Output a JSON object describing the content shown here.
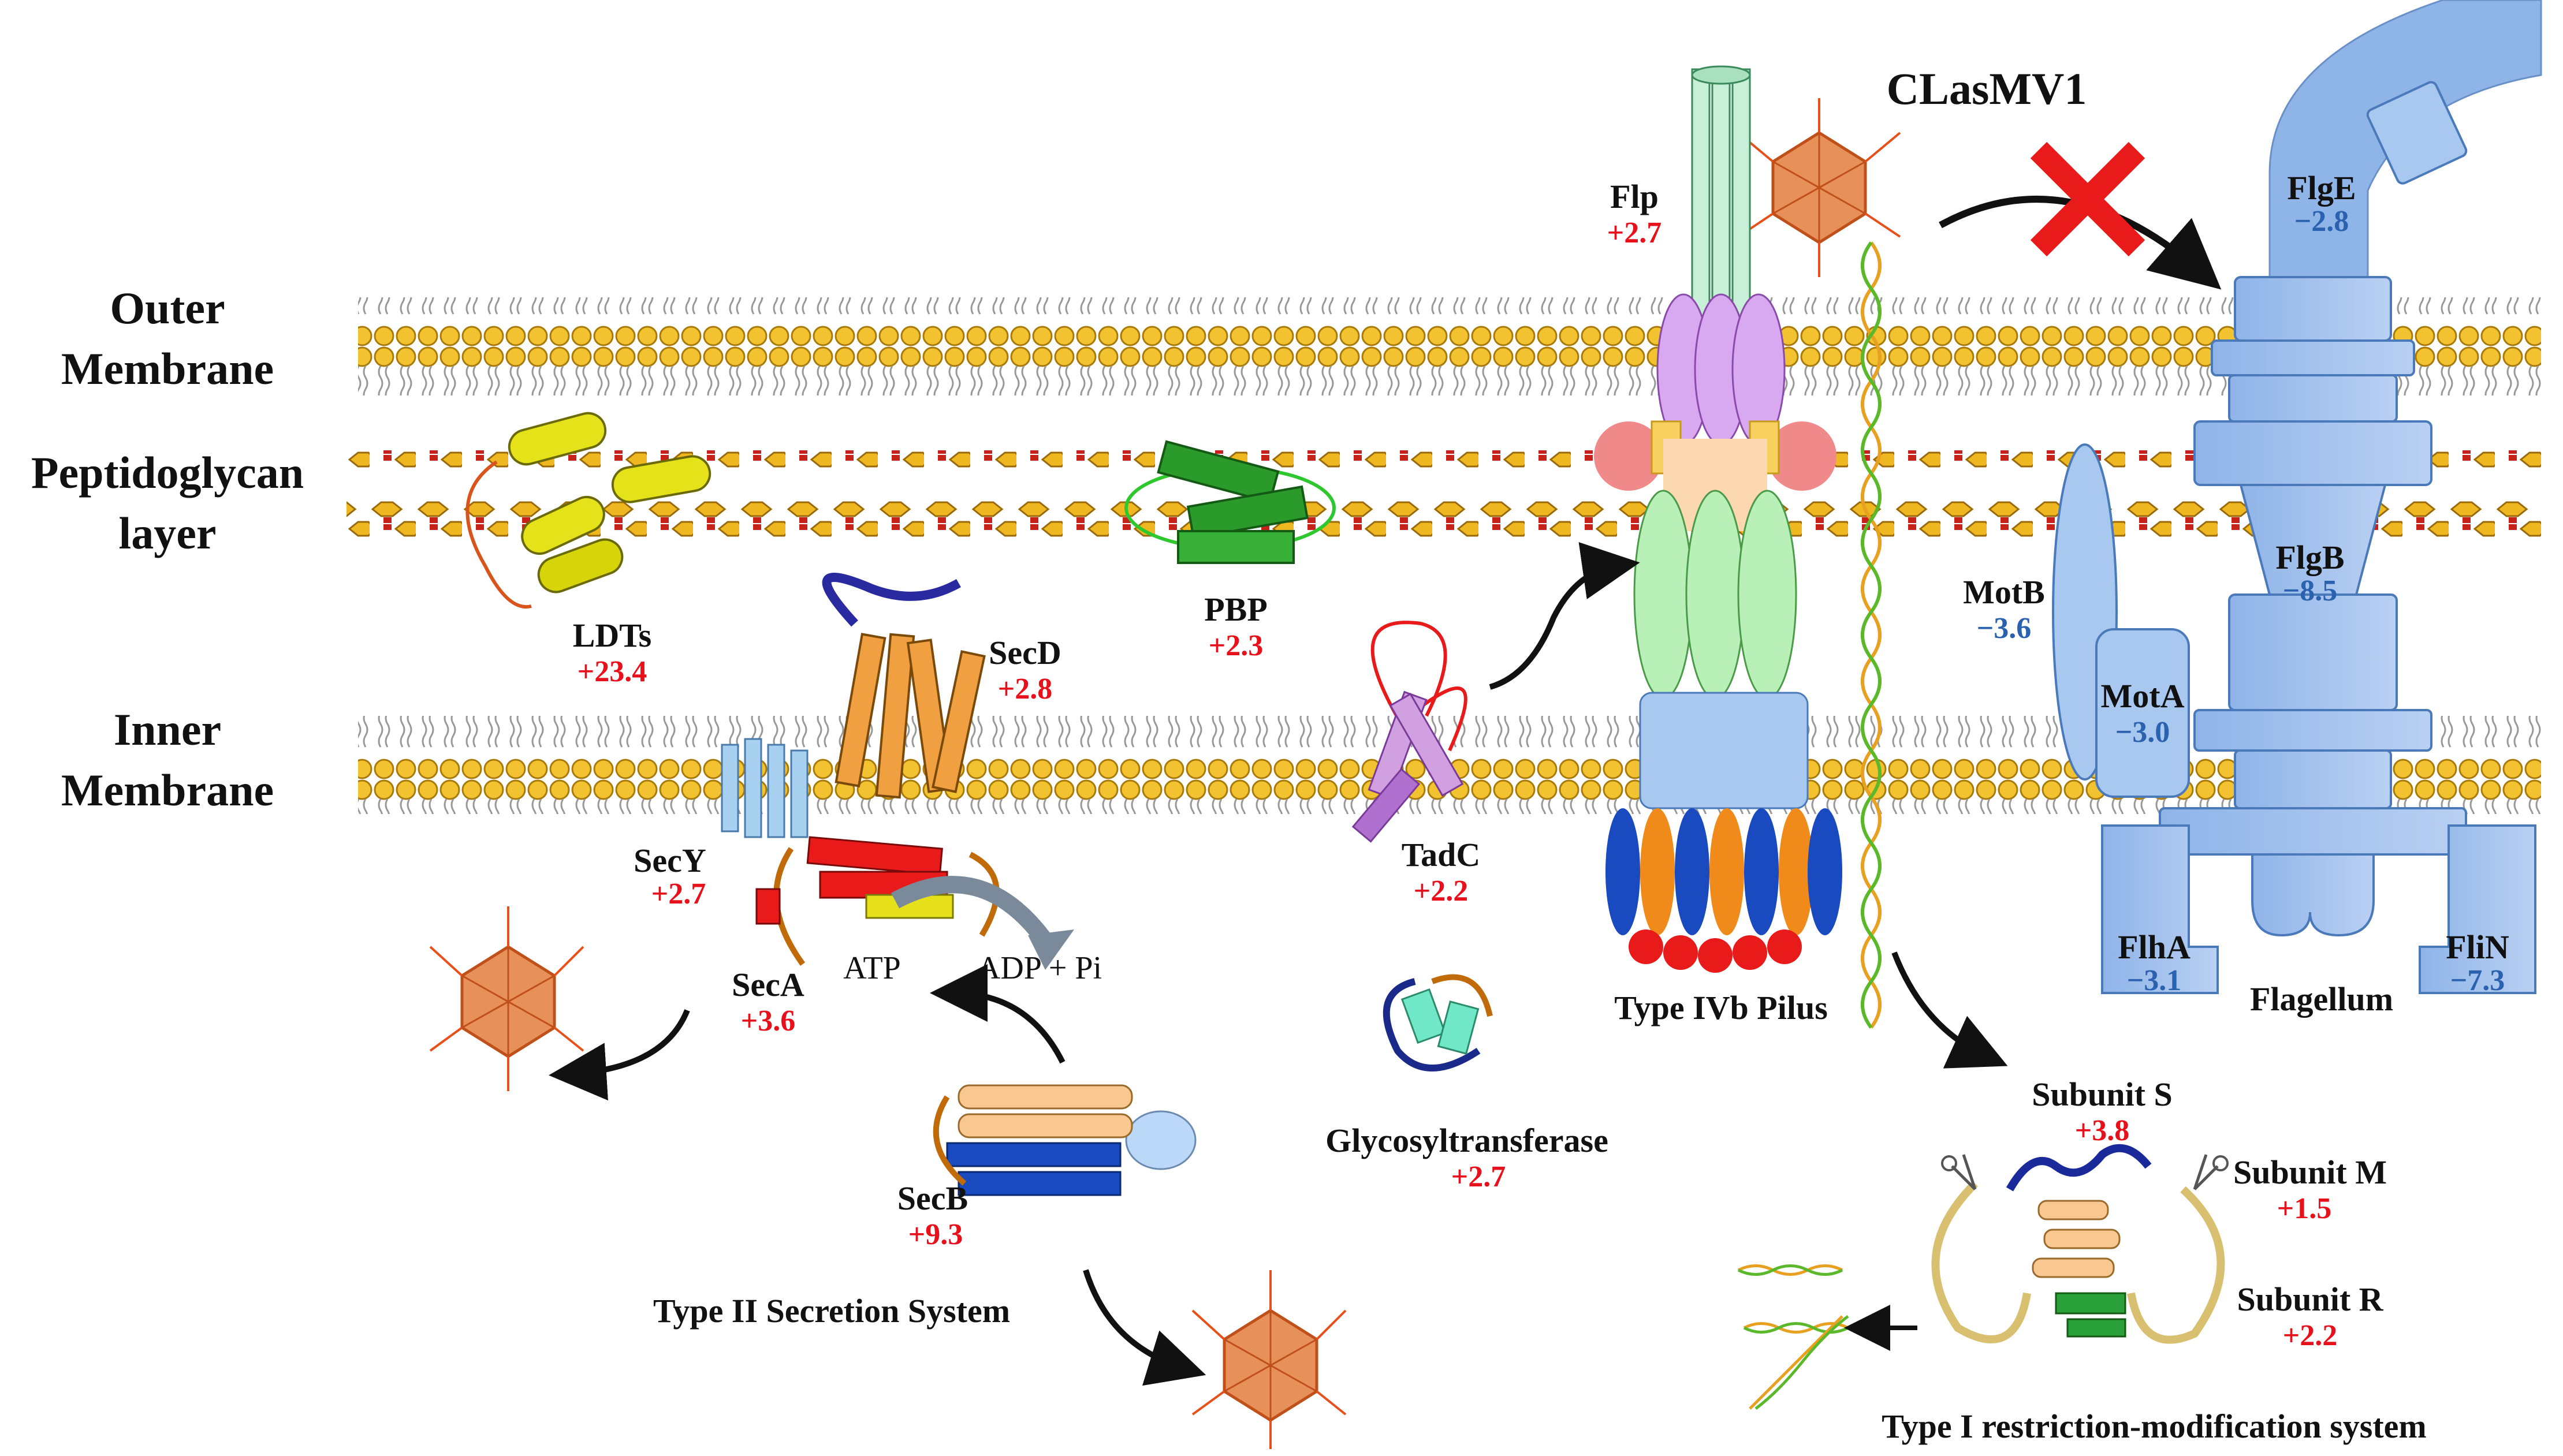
{
  "labels": {
    "outer_membrane_1": "Outer",
    "outer_membrane_2": "Membrane",
    "peptidoglycan_1": "Peptidoglycan",
    "peptidoglycan_2": "layer",
    "inner_membrane_1": "Inner",
    "inner_membrane_2": "Membrane",
    "virus": "CLasMV1",
    "type2": "Type II Secretion System",
    "type4": "Type IVb Pilus",
    "flagellum": "Flagellum",
    "rm_system": "Type I restriction-modification system",
    "atp": "ATP",
    "adp": "ADP + Pi"
  },
  "proteins": {
    "ldts": {
      "name": "LDTs",
      "value": "+23.4",
      "color": "#e8101a"
    },
    "pbp": {
      "name": "PBP",
      "value": "+2.3",
      "color": "#e8101a"
    },
    "secd": {
      "name": "SecD",
      "value": "+2.8",
      "color": "#e8101a"
    },
    "secy": {
      "name": "SecY",
      "value": "+2.7",
      "color": "#e8101a"
    },
    "seca": {
      "name": "SecA",
      "value": "+3.6",
      "color": "#e8101a"
    },
    "secb": {
      "name": "SecB",
      "value": "+9.3",
      "color": "#e8101a"
    },
    "tadc": {
      "name": "TadC",
      "value": "+2.2",
      "color": "#e8101a"
    },
    "glyco": {
      "name": "Glycosyltransferase",
      "value": "+2.7",
      "color": "#e8101a"
    },
    "flp": {
      "name": "Flp",
      "value": "+2.7",
      "color": "#e8101a"
    },
    "flge": {
      "name": "FlgE",
      "value": "−2.8",
      "color": "#2a62b0"
    },
    "flgb": {
      "name": "FlgB",
      "value": "−8.5",
      "color": "#2a62b0"
    },
    "motb": {
      "name": "MotB",
      "value": "−3.6",
      "color": "#2a62b0"
    },
    "mota": {
      "name": "MotA",
      "value": "−3.0",
      "color": "#2a62b0"
    },
    "flha": {
      "name": "FlhA",
      "value": "−3.1",
      "color": "#2a62b0"
    },
    "flin": {
      "name": "FliN",
      "value": "−7.3",
      "color": "#2a62b0"
    },
    "sub_s": {
      "name": "Subunit S",
      "value": "+3.8",
      "color": "#e8101a"
    },
    "sub_m": {
      "name": "Subunit M",
      "value": "+1.5",
      "color": "#e8101a"
    },
    "sub_r": {
      "name": "Subunit R",
      "value": "+2.2",
      "color": "#e8101a"
    }
  }
}
